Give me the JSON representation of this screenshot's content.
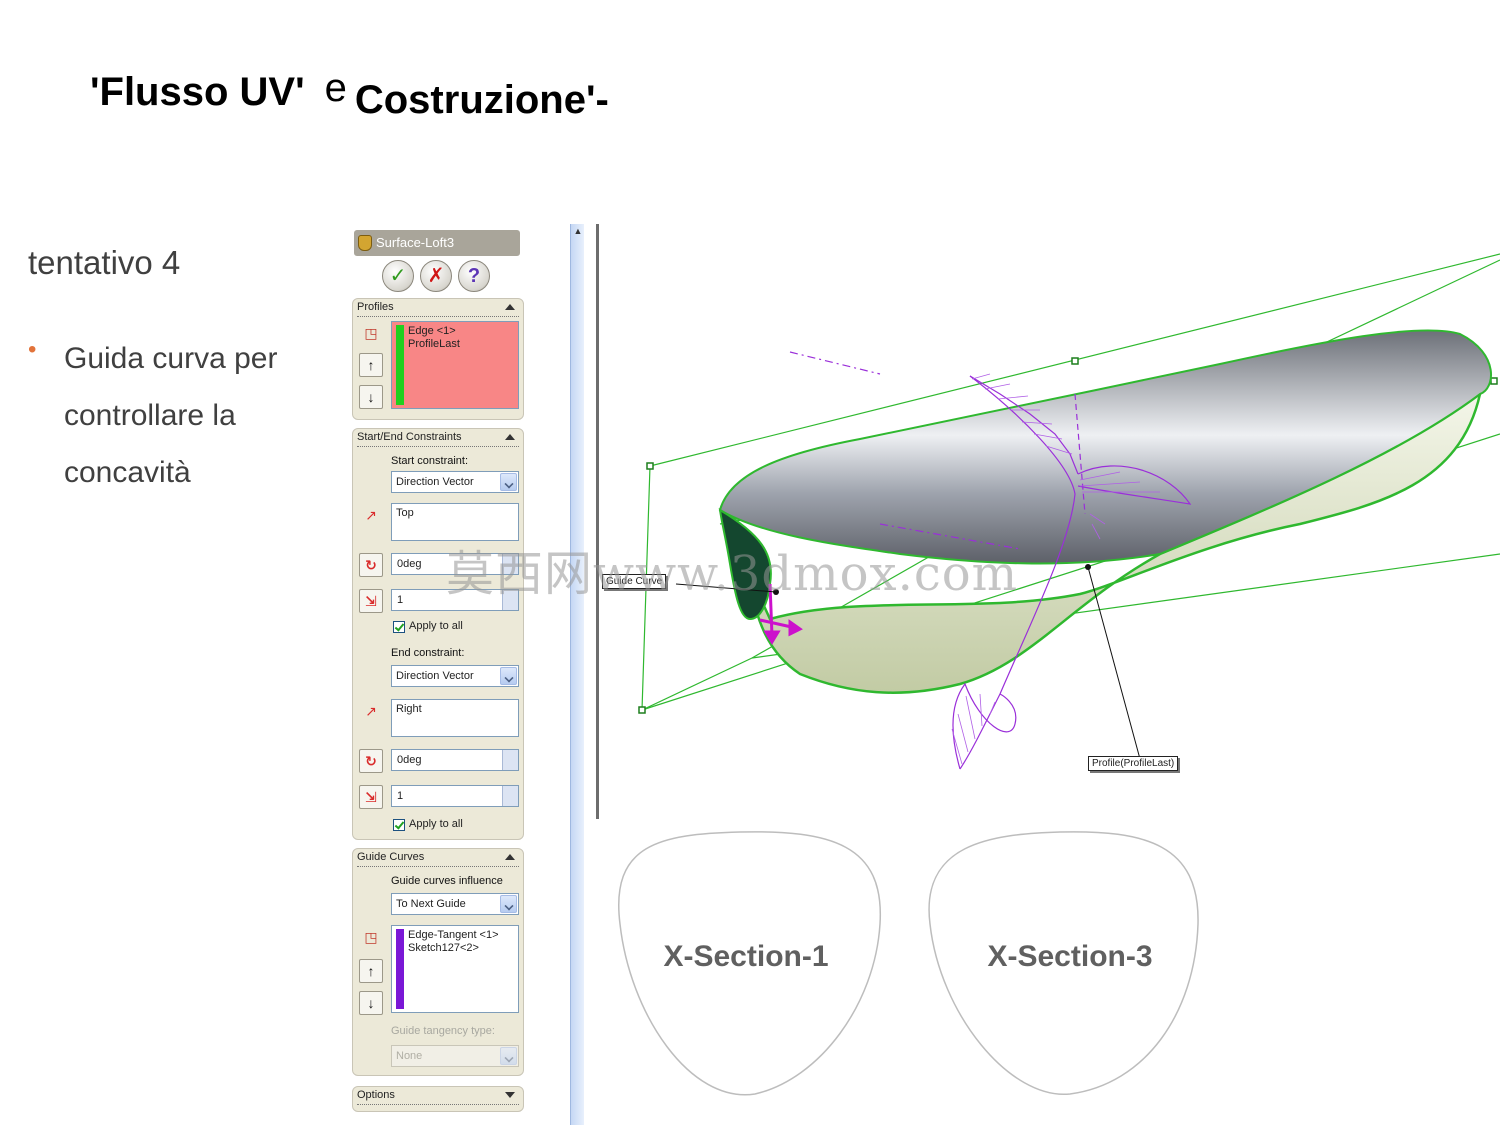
{
  "slide": {
    "title_part1": "'Flusso UV'",
    "title_part2": "e",
    "title_part3": "Costruzione'-",
    "subtitle": "tentativo 4",
    "bullet": "Guida curva per controllare la concavità"
  },
  "panel": {
    "title": "Surface-Loft3",
    "profiles": {
      "header": "Profiles",
      "items": [
        "Edge <1>",
        "ProfileLast"
      ]
    },
    "constraints": {
      "header": "Start/End Constraints",
      "start_label": "Start constraint:",
      "start_value": "Direction Vector",
      "start_direction": "Top",
      "start_angle": "0deg",
      "start_length": "1",
      "start_apply_all": "Apply to all",
      "end_label": "End constraint:",
      "end_value": "Direction Vector",
      "end_direction": "Right",
      "end_angle": "0deg",
      "end_length": "1",
      "end_apply_all": "Apply to all"
    },
    "guides": {
      "header": "Guide Curves",
      "influence_label": "Guide curves influence",
      "influence_value": "To Next Guide",
      "items": [
        "Edge-Tangent <1>",
        "Sketch127<2>"
      ],
      "tangency_label": "Guide tangency type:",
      "tangency_value": "None"
    },
    "options_header": "Options"
  },
  "viewport": {
    "callout_guide": "Guide Curve",
    "callout_profile": "Profile(ProfileLast)",
    "section1": "X-Section-1",
    "section3": "X-Section-3"
  },
  "watermark": "莫西网www.3dmox.com",
  "colors": {
    "bullet": "#e2733a",
    "profiles_list": "#f88686",
    "profiles_strip": "#1fcf1f",
    "guides_strip": "#7a17d6",
    "sketch_green": "#2fb82f",
    "guide_purple": "#9a2fd9"
  }
}
